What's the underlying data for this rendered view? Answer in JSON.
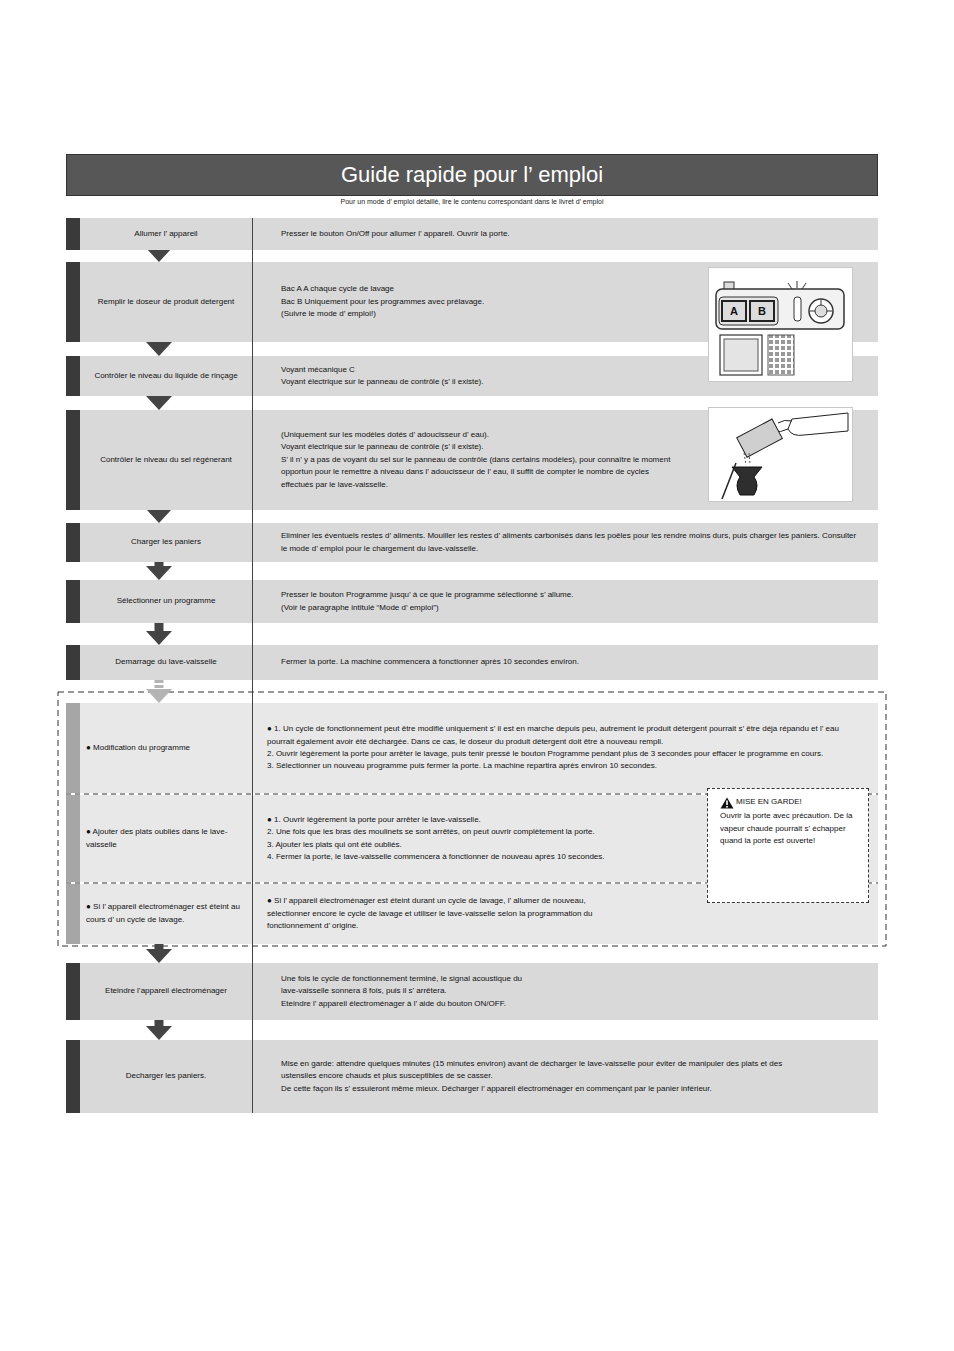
{
  "diagram": {
    "title": "Guide rapide pour l’ emploi",
    "nodes": [
      {
        "text": [
          "Allumer l’ appareil"
        ]
      },
      {
        "text": [
          "Presser le bouton On/Off pour allumer l’ appareil. Ouvrir la porte."
        ]
      },
      {
        "text": [
          "Remplir le doseur de produit detergent"
        ]
      },
      {
        "text": [
          "Bac A  A chaque cycle de lavage",
          "Bac B  Uniquement pour les programmes avec prélavage.",
          "(Suivre le mode d’ emploi!)"
        ]
      },
      {
        "text": [
          "Contrôler le niveau du liquide de rinçage"
        ]
      },
      {
        "text": [
          "Voyant mécanique C",
          "Voyant électrique sur le panneau de contrôle (s’ il existe)."
        ]
      },
      {
        "text": [
          "Contrôler le niveau du sel régénerant"
        ]
      },
      {
        "text": [
          "(Uniquement sur les modèles dotés d’ adoucisseur d’ eau).",
          "Voyant électrique sur le panneau de contrôle (s’ il existe).",
          "S’ il n’ y a pas de voyant du sel sur le panneau de contrôle (dans certains modèles), pour connaître le moment opportun pour le remettre à niveau dans l’ adoucisseur de l’ eau, il suffit de compter le nombre de cycles effectués par le lave-vaisselle."
        ]
      },
      {
        "text": [
          "Charger les paniers"
        ]
      },
      {
        "text": [
          "Eliminer les éventuels restes d’ aliments. Mouiller les restes d’ aliments carbonisés dans les poêles pour les rendre moins durs, puis charger les paniers. Consulter le mode d’ emploi pour le chargement du lave-vaisselle."
        ]
      },
      {
        "text": [
          "Sélectionner un programme"
        ]
      },
      {
        "text": [
          "Presser le bouton Programme jusqu’ à ce que le programme sélectionné s’ allume.",
          "(Voir le paragraphe intitulé “Mode d’ emploi”)"
        ]
      },
      {
        "text": [
          "Demarrage du lave-vaisselle"
        ]
      },
      {
        "text": [
          "Fermer la porte. La machine commencera à fonctionner après 10 secondes environ."
        ]
      },
      {
        "text": [
          "● Modification du programme"
        ]
      },
      {
        "text": [
          "● 1. Un cycle de fonctionnement peut être modifié uniquement s’ il est en marche depuis peu, autrement le produit détergent pourrait s’ être déja répandu et l’ eau pourrait également avoir été déchargée. Dans ce cas, le doseur du produit détergent doit être à nouveau rempli.",
          "2. Ouvrir légèrement la porte pour arrêter le lavage, puis tenir pressé le bouton Programme pendant plus de 3 secondes pour effacer le programme en cours.",
          "3. Sélectionner un nouveau programme puis fermer la porte. La machine repartira après environ 10 secondes."
        ]
      },
      {
        "text": [
          "● Ajouter des plats oubliés dans le lave-vaisselle"
        ]
      },
      {
        "text": [
          "● 1. Ouvrir légèrement la porte pour arrêter le lave-vaisselle.",
          "2. Une fois que les bras des moulinets se sont arrêtés, on peut ouvrir complètement la porte.",
          "3. Ajouter les plats qui ont été oubliés.",
          "4. Fermer la porte, le lave-vaisselle commencera à fonctionner de nouveau après 10 secondes."
        ]
      },
      {
        "text": [
          "MISE EN GARDE!",
          "Ouvrir la porte avec précaution. De la vapeur chaude pourrait s’ échapper quand la porte est ouverte!"
        ],
        "in": 17
      },
      {
        "text": [
          "● Si l’ appareil électroménager est éteint au cours d’ un cycle de lavage."
        ]
      },
      {
        "text": [
          "● Si l’ appareil électroménager est éteint durant un cycle de lavage, l’ allumer de nouveau, sélectionner encore le cycle de lavage et utiliser le lave-vaisselle selon la programmation du fonctionnement d’ origine."
        ]
      },
      {
        "text": [
          "Eteindre l’appareil électroménager"
        ]
      },
      {
        "text": [
          "Une fois le cycle de fonctionnement terminé, le signal acoustique du lave-vaisselle sonnera 8 fois, puis il s’ arrêtera.",
          "Eteindre l’ appareil électroménager à l’ aide du bouton ON/OFF."
        ]
      },
      {
        "text": [
          "Decharger les paniers."
        ]
      },
      {
        "text": [
          "Mise en garde: attendre quelques minutes (15 minutes environ) avant de décharger le lave-vaisselle pour éviter de manipuler des plats et des ustensiles encore chauds et plus susceptibles de se casser.",
          "De cette façon ils s’ essuieront même mieux. Décharger l’ appareil électroménager en commençant par le panier inférieur."
        ]
      }
    ],
    "edges": [
      {
        "from": 0,
        "to": 2,
        "arrow": "to"
      },
      {
        "from": 2,
        "to": 4,
        "arrow": "to"
      },
      {
        "from": 4,
        "to": 6,
        "arrow": "to"
      },
      {
        "from": 6,
        "to": 8,
        "arrow": "to"
      },
      {
        "from": 8,
        "to": 10,
        "arrow": "to"
      },
      {
        "from": 10,
        "to": 12,
        "arrow": "to"
      },
      {
        "from": 12,
        "to": 14,
        "arrow": "to"
      },
      {
        "from": 19,
        "to": 21,
        "arrow": "to"
      },
      {
        "from": 21,
        "to": 23,
        "arrow": "to"
      }
    ],
    "labels": [
      "Pour un mode d’ emploi détaillé, lire le contenu correspondant dans le livret d’ emploi",
      "A",
      "B"
    ]
  }
}
